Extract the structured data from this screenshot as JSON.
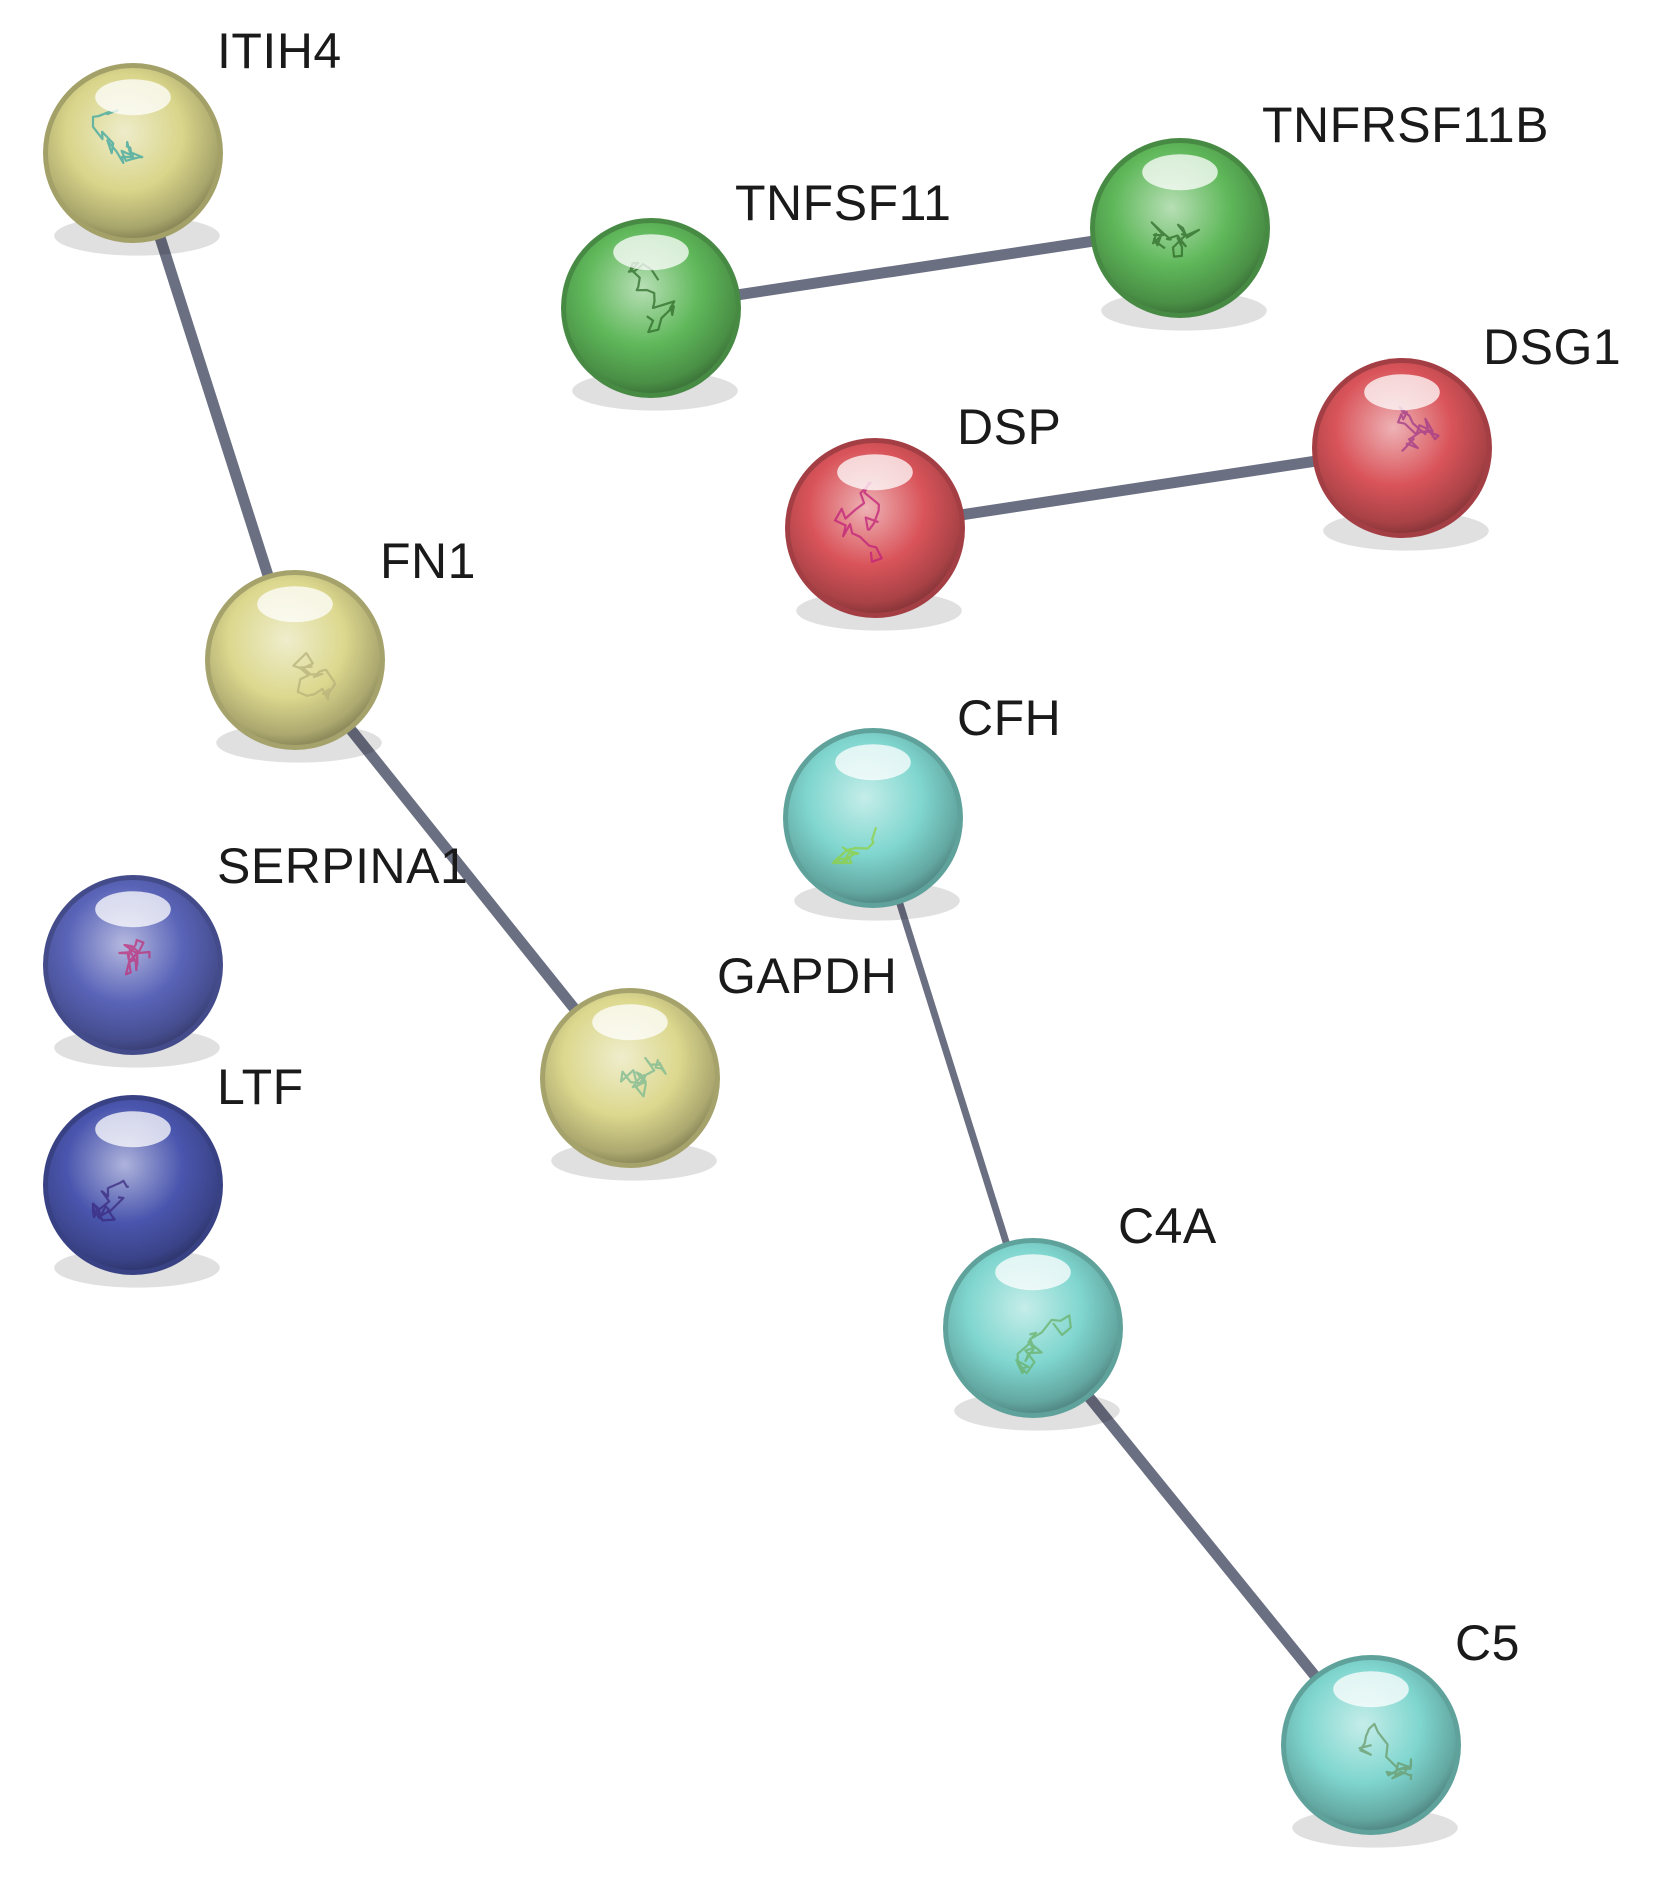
{
  "network": {
    "nodes": [
      {
        "id": "ITIH4",
        "label": "ITIH4",
        "color": "#d9d58a",
        "structure_color": "#3aa6a0"
      },
      {
        "id": "TNFSF11",
        "label": "TNFSF11",
        "color": "#5fb85a",
        "structure_color": "#2f6b2a"
      },
      {
        "id": "TNFRSF11B",
        "label": "TNFRSF11B",
        "color": "#5fb85a",
        "structure_color": "#2f6b2a"
      },
      {
        "id": "DSG1",
        "label": "DSG1",
        "color": "#d9545a",
        "structure_color": "#a03a8a"
      },
      {
        "id": "DSP",
        "label": "DSP",
        "color": "#d9545a",
        "structure_color": "#c0207a"
      },
      {
        "id": "FN1",
        "label": "FN1",
        "color": "#dcd88e",
        "structure_color": "#b7b27a"
      },
      {
        "id": "CFH",
        "label": "CFH",
        "color": "#7fd6cf",
        "structure_color": "#8fd040"
      },
      {
        "id": "SERPINA1",
        "label": "SERPINA1",
        "color": "#5a64b8",
        "structure_color": "#c0307a"
      },
      {
        "id": "GAPDH",
        "label": "GAPDH",
        "color": "#dcd88e",
        "structure_color": "#7ab890"
      },
      {
        "id": "LTF",
        "label": "LTF",
        "color": "#4a56ae",
        "structure_color": "#3a2a80"
      },
      {
        "id": "C4A",
        "label": "C4A",
        "color": "#7fd6cf",
        "structure_color": "#6ab06a"
      },
      {
        "id": "C5",
        "label": "C5",
        "color": "#7fd6cf",
        "structure_color": "#6a9a6a"
      }
    ],
    "edges": [
      {
        "source": "ITIH4",
        "target": "FN1"
      },
      {
        "source": "FN1",
        "target": "GAPDH"
      },
      {
        "source": "TNFSF11",
        "target": "TNFRSF11B"
      },
      {
        "source": "DSP",
        "target": "DSG1"
      },
      {
        "source": "CFH",
        "target": "C4A"
      },
      {
        "source": "C4A",
        "target": "C5"
      }
    ],
    "edge_color": "#6b6f82"
  }
}
